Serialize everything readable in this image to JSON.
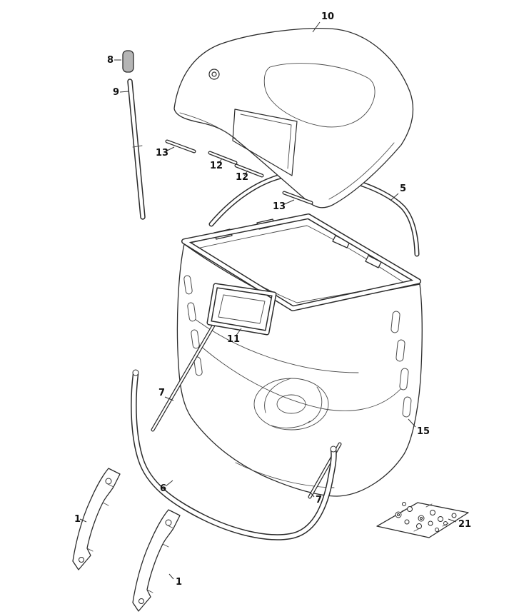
{
  "diagram": {
    "background": "#ffffff",
    "line_color": "#2b2b2b",
    "cap_fill": "#b5b5b5",
    "type": "exploded-parts-diagram",
    "subject": "grass-catcher-assembly",
    "callouts": [
      {
        "label": "10",
        "part": "top-cover"
      },
      {
        "label": "8",
        "part": "cap"
      },
      {
        "label": "9",
        "part": "rod"
      },
      {
        "label": "13",
        "part": "pin-upper"
      },
      {
        "label": "12",
        "part": "pin-mid-left"
      },
      {
        "label": "12",
        "part": "pin-mid-right"
      },
      {
        "label": "13",
        "part": "pin-lower"
      },
      {
        "label": "5",
        "part": "frame-tube"
      },
      {
        "label": "11",
        "part": "inlet-frame"
      },
      {
        "label": "7",
        "part": "support-rod-left"
      },
      {
        "label": "15",
        "part": "bag-body"
      },
      {
        "label": "6",
        "part": "lower-tube"
      },
      {
        "label": "7",
        "part": "support-rod-right"
      },
      {
        "label": "1",
        "part": "bracket-left"
      },
      {
        "label": "1",
        "part": "bracket-right"
      },
      {
        "label": "21",
        "part": "hardware-kit"
      }
    ]
  }
}
